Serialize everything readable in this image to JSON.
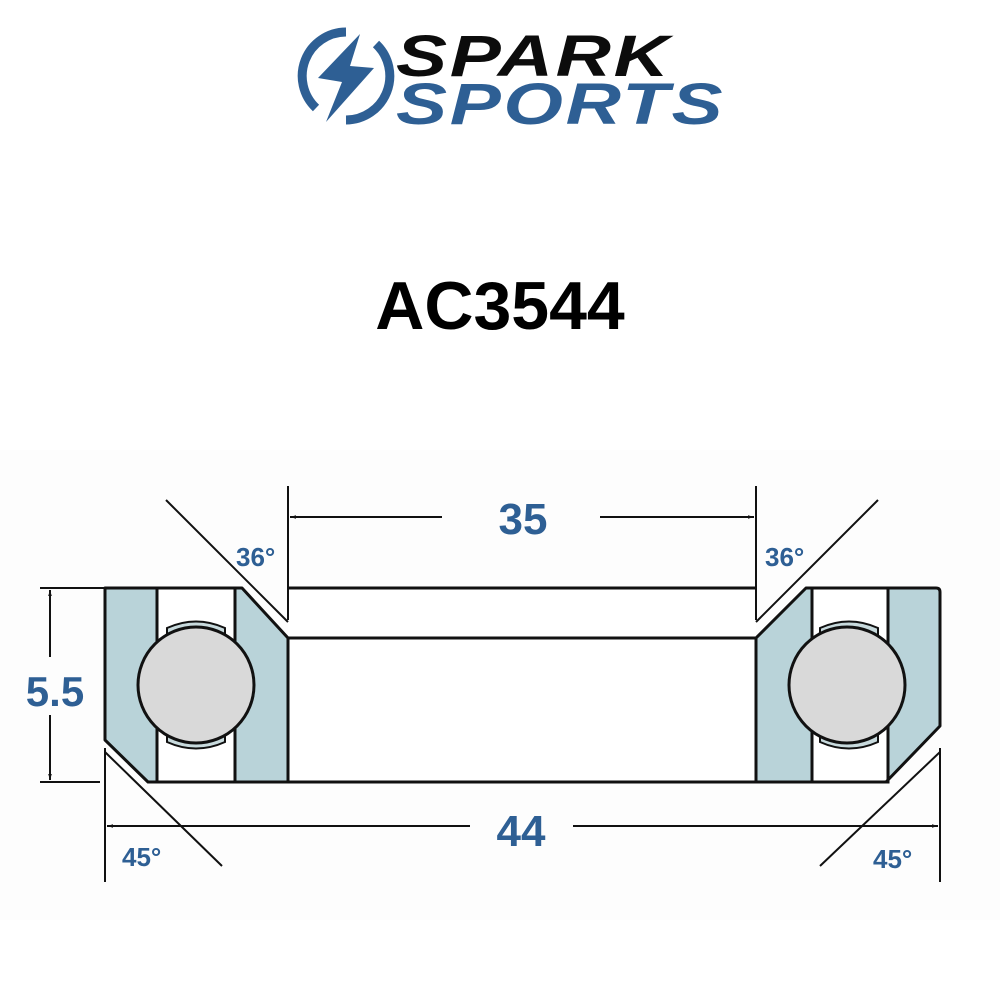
{
  "brand": {
    "line1": "SPARK",
    "line2": "SPORTS",
    "icon": "lightning-bolt-icon",
    "colors": {
      "primary": "#2e5f94",
      "dark": "#0c0c0c"
    }
  },
  "product": {
    "code": "AC3544"
  },
  "diagram": {
    "type": "bearing-cross-section",
    "colors": {
      "race_fill": "#b9d3d9",
      "ball_fill": "#d9d9d9",
      "line": "#111111",
      "dimension_text": "#2e5f94"
    },
    "dimensions": {
      "inner_diameter": "35",
      "outer_diameter": "44",
      "height": "5.5",
      "top_left_angle": "36°",
      "top_right_angle": "36°",
      "bottom_left_angle": "45°",
      "bottom_right_angle": "45°"
    }
  }
}
